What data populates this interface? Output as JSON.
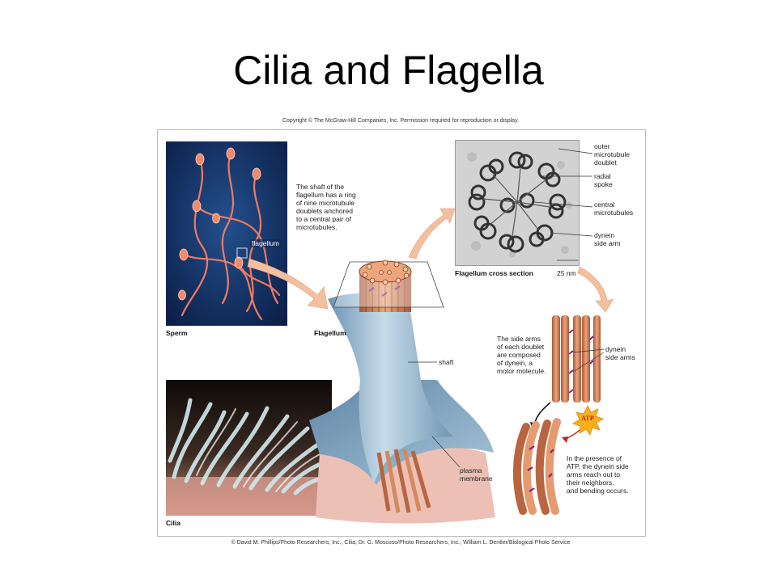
{
  "slide": {
    "title": "Cilia and Flagella"
  },
  "figure": {
    "copyright_top": "Copyright © The McGraw-Hill Companies, Inc. Permission required for reproduction or display.",
    "credit_bottom": "© David M. Phillips/Photo Researchers, Inc., Cilia, Dr. G. Moscoso/Photo Researchers, Inc., William L. Dentler/Biological Photo Service",
    "photos": {
      "sperm_caption": "Sperm",
      "flagellum_tag": "flagellum",
      "cilia_caption": "Cilia",
      "cross_section_caption": "Flagellum cross section",
      "scale_bar": "25 nm"
    },
    "shaft_description": [
      "The shaft of the",
      "flagellum has a ring",
      "of nine microtubule",
      "doublets anchored",
      "to a central pair of",
      "microtubules."
    ],
    "flagellum_label": "Flagellum",
    "shaft_label": "shaft",
    "plasma_membrane_label": [
      "plasma",
      "membrane"
    ],
    "cross_section_labels": {
      "outer_doublet": [
        "outer",
        "microtubule",
        "doublet"
      ],
      "radial_spoke": [
        "radial",
        "spoke"
      ],
      "central_microtubules": [
        "central",
        "microtubules"
      ],
      "dynein_side_arm": [
        "dynein",
        "side arm"
      ]
    },
    "side_arms_description": [
      "The side arms",
      "of each doublet",
      "are composed",
      "of dynein, a",
      "motor molecule."
    ],
    "dynein_side_arms_label": [
      "dynein",
      "side arms"
    ],
    "atp_label": "ATP",
    "atp_description": [
      "In the presence of",
      "ATP, the dynein side",
      "arms reach out to",
      "their neighbors,",
      "and bending occurs."
    ]
  },
  "colors": {
    "tubule": "#d58a5c",
    "tubule_dark": "#a8583a",
    "dynein": "#8a1a7a",
    "sheath": "#8fb6d0",
    "arrow": "#f2c0a0",
    "atp_burst": "#f6b01c"
  }
}
